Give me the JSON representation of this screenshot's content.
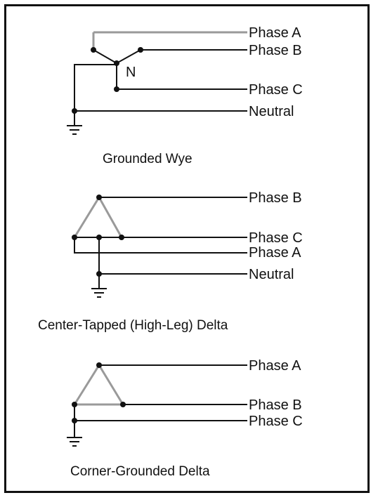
{
  "wye": {
    "phase_a": "Phase A",
    "phase_b": "Phase B",
    "phase_c": "Phase C",
    "neutral": "Neutral",
    "node_n": "N",
    "caption": "Grounded Wye"
  },
  "high_leg": {
    "phase_b": "Phase B",
    "phase_c": "Phase C",
    "phase_a": "Phase A",
    "neutral": "Neutral",
    "caption": "Center-Tapped (High-Leg) Delta"
  },
  "corner": {
    "phase_a": "Phase A",
    "phase_b": "Phase B",
    "phase_c": "Phase C",
    "caption": "Corner-Grounded Delta"
  },
  "colors": {
    "wire": "#111111",
    "highlight": "#9a9a9a"
  }
}
